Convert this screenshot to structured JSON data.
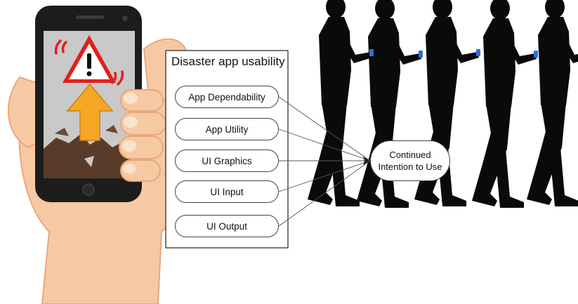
{
  "diagram": {
    "title": "Disaster app usability",
    "factors": [
      "App Dependability",
      "App Utility",
      "UI Graphics",
      "UI Input",
      "UI Output"
    ],
    "outcome": {
      "line1": "Continued",
      "line2": "Intention to Use"
    }
  },
  "colors": {
    "skin": "#f7c9a3",
    "skin_shadow": "#e7a87c",
    "phone_body": "#1c1c1c",
    "screen_bg": "#c9c9c9",
    "warning_red": "#e0201b",
    "arrow_orange": "#f5a623",
    "rubble_brown": "#5a3b2a",
    "silhouette": "#0a0a0a",
    "phone_glow": "#2f6fd6"
  },
  "icons": [
    "warning-triangle-icon",
    "up-arrow-icon",
    "rubble-icon"
  ]
}
